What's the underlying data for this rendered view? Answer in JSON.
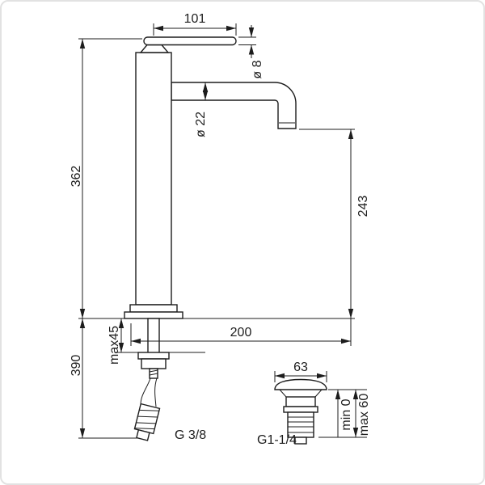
{
  "colors": {
    "line": "#1d1d1d",
    "frame_border": "#e2e2e2",
    "background": "#ffffff"
  },
  "faucet_dims": {
    "lever_length": "101",
    "lever_diameter": "ø 8",
    "spout_diameter": "ø 22",
    "height_above_deck": "362",
    "spout_outlet_to_deck": "243",
    "spout_reach": "200",
    "deck_thickness": "max45",
    "below_deck_length": "390",
    "hose_thread": "G 3/8"
  },
  "waste_dims": {
    "cap_diameter": "63",
    "thread": "G1-1/4",
    "height_min": "min 0",
    "height_max": "max 60"
  }
}
